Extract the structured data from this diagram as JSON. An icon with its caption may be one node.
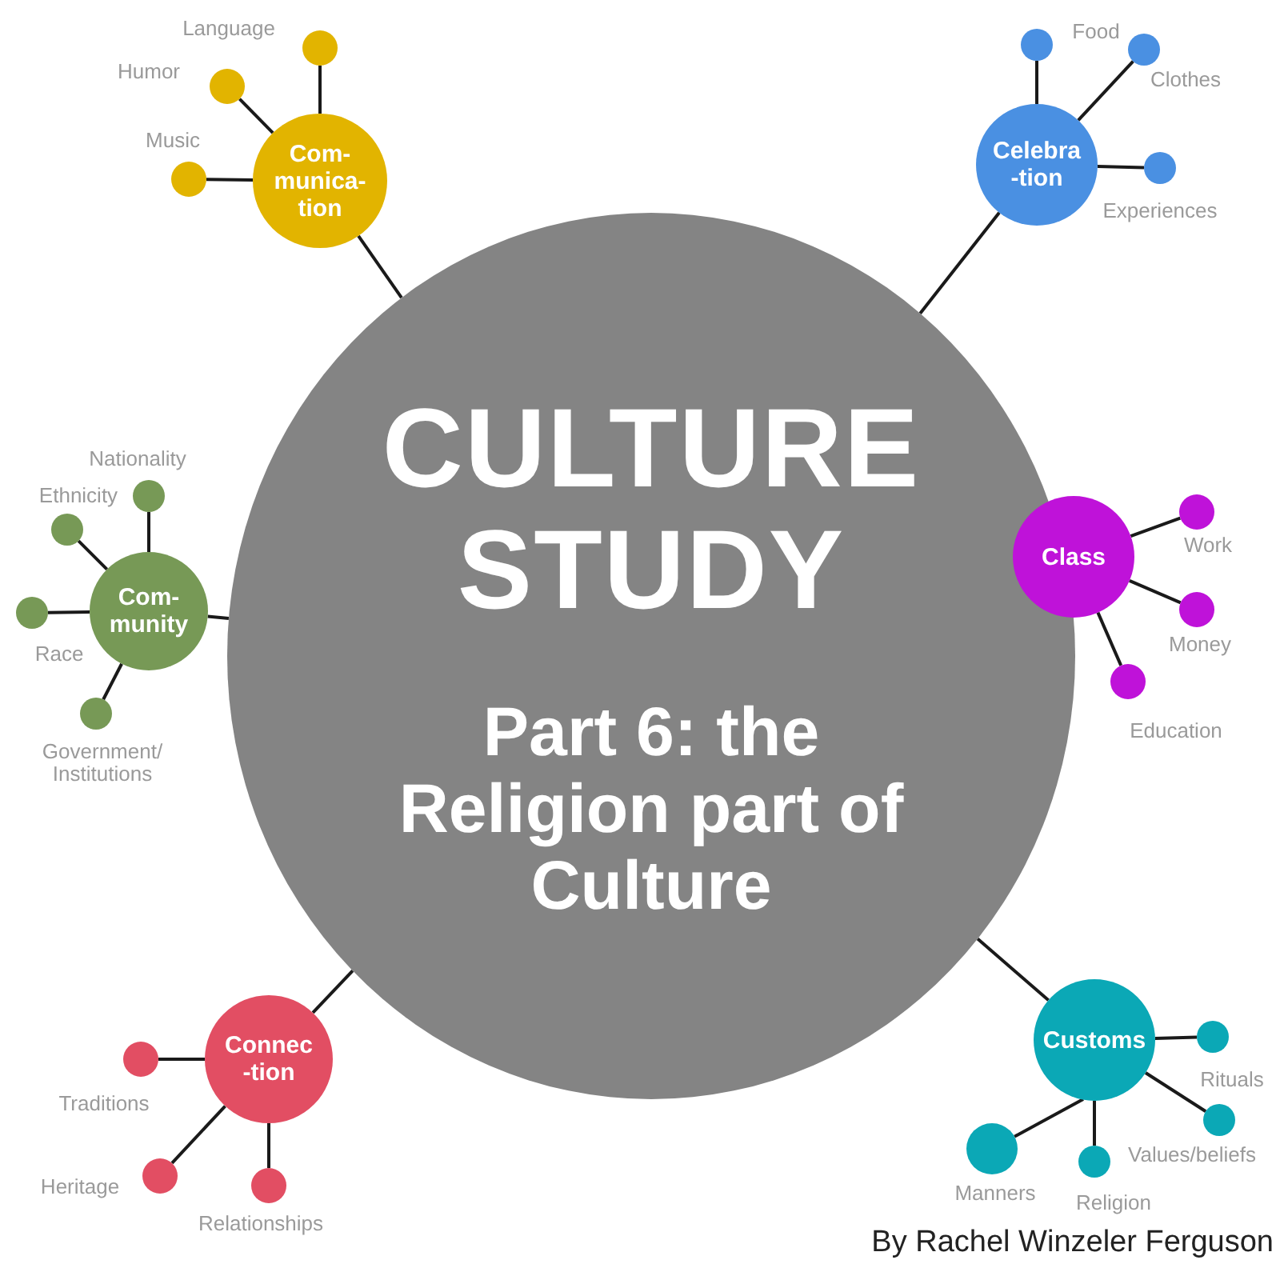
{
  "diagram": {
    "nodes": [
      {
        "text": [
          "CULTURE STUDY",
          "Part 6: the Religion part of Culture"
        ]
      },
      {
        "text": [
          "Com- munica- tion"
        ]
      },
      {
        "text": [],
        "shape": "circle",
        "beside": [
          "Language"
        ]
      },
      {
        "text": [],
        "shape": "circle",
        "beside": [
          "Humor"
        ]
      },
      {
        "text": [],
        "shape": "circle",
        "beside": [
          "Music"
        ]
      },
      {
        "text": [
          "Celebra -tion"
        ]
      },
      {
        "text": [],
        "shape": "circle",
        "beside": [
          "Food"
        ]
      },
      {
        "text": [],
        "shape": "circle",
        "beside": [
          "Clothes"
        ]
      },
      {
        "text": [],
        "shape": "circle",
        "beside": [
          "Experiences"
        ]
      },
      {
        "text": [
          "Com- munity"
        ]
      },
      {
        "text": [],
        "shape": "circle",
        "beside": [
          "Nationality"
        ]
      },
      {
        "text": [],
        "shape": "circle",
        "beside": [
          "Ethnicity"
        ]
      },
      {
        "text": [],
        "shape": "circle",
        "beside": [
          "Race"
        ]
      },
      {
        "text": [],
        "shape": "circle",
        "beside": [
          "Government/ Institutions"
        ]
      },
      {
        "text": [
          "Class"
        ]
      },
      {
        "text": [],
        "shape": "circle",
        "beside": [
          "Work"
        ]
      },
      {
        "text": [],
        "shape": "circle",
        "beside": [
          "Money"
        ]
      },
      {
        "text": [],
        "shape": "circle",
        "beside": [
          "Education"
        ]
      },
      {
        "text": [
          "Connec -tion"
        ]
      },
      {
        "text": [],
        "shape": "circle",
        "beside": [
          "Traditions"
        ]
      },
      {
        "text": [],
        "shape": "circle",
        "beside": [
          "Heritage"
        ]
      },
      {
        "text": [],
        "shape": "circle",
        "beside": [
          "Relationships"
        ]
      },
      {
        "text": [
          "Customs"
        ]
      },
      {
        "text": [],
        "shape": "circle",
        "beside": [
          "Rituals"
        ]
      },
      {
        "text": [],
        "shape": "circle",
        "beside": [
          "Values/beliefs"
        ]
      },
      {
        "text": [],
        "shape": "circle",
        "beside": [
          "Religion"
        ]
      },
      {
        "text": [],
        "shape": "circle",
        "beside": [
          "Manners"
        ]
      }
    ],
    "edges": [
      {
        "from": 0,
        "to": 1,
        "arrow": "none"
      },
      {
        "from": 1,
        "to": 2,
        "arrow": "none"
      },
      {
        "from": 1,
        "to": 3,
        "arrow": "none"
      },
      {
        "from": 1,
        "to": 4,
        "arrow": "none"
      },
      {
        "from": 0,
        "to": 5,
        "arrow": "none"
      },
      {
        "from": 5,
        "to": 6,
        "arrow": "none"
      },
      {
        "from": 5,
        "to": 7,
        "arrow": "none"
      },
      {
        "from": 5,
        "to": 8,
        "arrow": "none"
      },
      {
        "from": 0,
        "to": 9,
        "arrow": "none"
      },
      {
        "from": 9,
        "to": 10,
        "arrow": "none"
      },
      {
        "from": 9,
        "to": 11,
        "arrow": "none"
      },
      {
        "from": 9,
        "to": 12,
        "arrow": "none"
      },
      {
        "from": 9,
        "to": 13,
        "arrow": "none"
      },
      {
        "from": 14,
        "to": 15,
        "arrow": "none"
      },
      {
        "from": 14,
        "to": 16,
        "arrow": "none"
      },
      {
        "from": 14,
        "to": 17,
        "arrow": "none"
      },
      {
        "from": 0,
        "to": 18,
        "arrow": "none"
      },
      {
        "from": 18,
        "to": 19,
        "arrow": "none"
      },
      {
        "from": 18,
        "to": 20,
        "arrow": "none"
      },
      {
        "from": 18,
        "to": 21,
        "arrow": "none"
      },
      {
        "from": 0,
        "to": 22,
        "arrow": "none"
      },
      {
        "from": 22,
        "to": 23,
        "arrow": "none"
      },
      {
        "from": 22,
        "to": 24,
        "arrow": "none"
      },
      {
        "from": 22,
        "to": 25,
        "arrow": "none"
      },
      {
        "from": 22,
        "to": 26,
        "arrow": "none"
      }
    ],
    "labels": [
      "By Rachel Winzeler Ferguson"
    ]
  }
}
